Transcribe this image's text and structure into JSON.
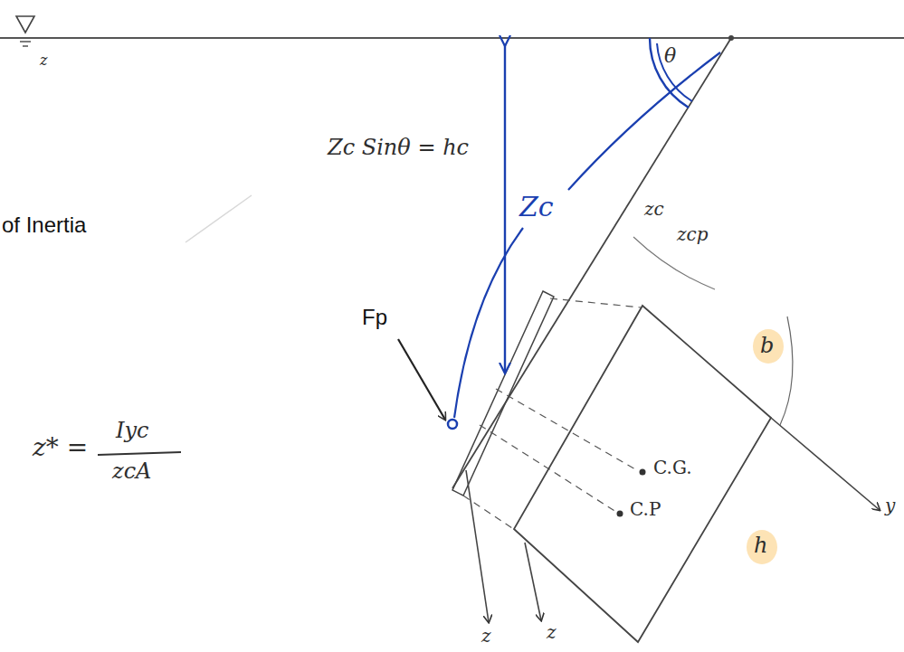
{
  "diagram": {
    "labels": [
      "of Inertia",
      "Fp",
      "z* =",
      "Iyc",
      "zcA",
      "Zc Sinθ = hc",
      "Zc",
      "θ",
      "zc",
      "zcp",
      "b",
      "h",
      "C.G.",
      "C.P",
      "y",
      "z",
      "z",
      "z"
    ]
  }
}
